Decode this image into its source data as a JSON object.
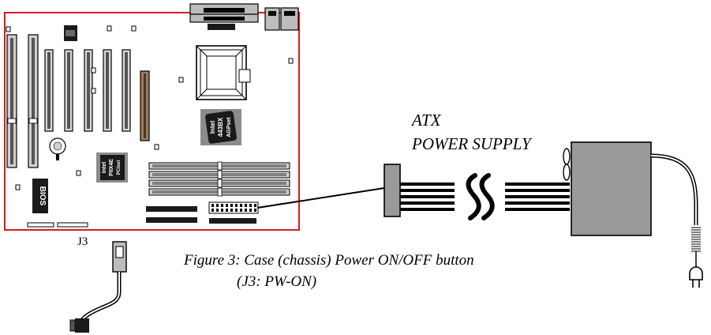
{
  "labels": {
    "psu_line1": "ATX",
    "psu_line2": "POWER SUPPLY",
    "j3": "J3",
    "caption_line1": "Figure 3: Case (chassis) Power ON/OFF button",
    "caption_line2": "(J3: PW-ON)"
  },
  "chips": {
    "northbridge": [
      "Intel",
      "443BX",
      "AGPset"
    ],
    "southbridge": [
      "Intel",
      "PIIX4E",
      "PCIset"
    ],
    "bios": "BIOS",
    "battery": "Battery"
  },
  "colors": {
    "board_outline": "#d81c1c",
    "cable": "#000000",
    "psu_body": "#999999",
    "chip_dark": "#1a1a1a",
    "chip_bg": "#8c8c8c"
  }
}
